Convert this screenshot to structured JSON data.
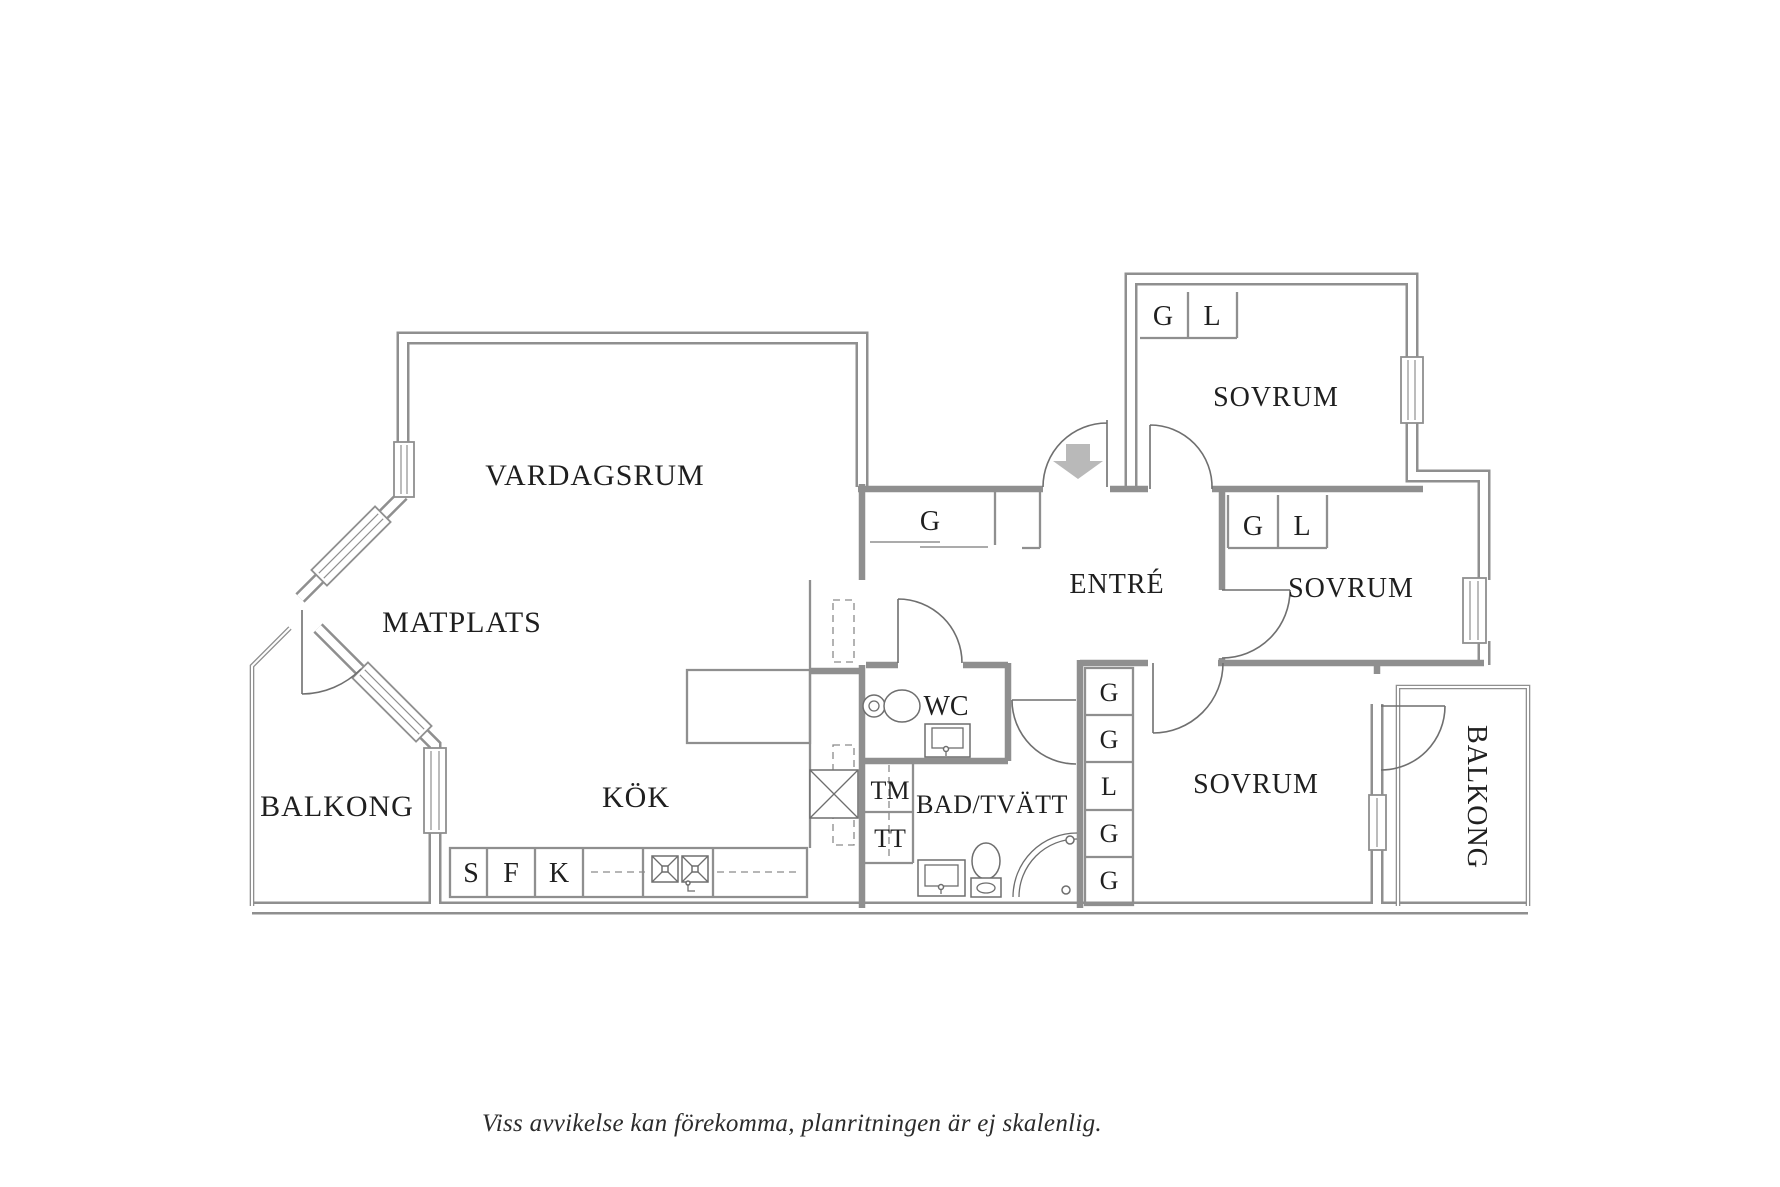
{
  "colors": {
    "wall": "#8f8f8f",
    "text": "#1f1f1f",
    "fixture": "#6e6e6e",
    "entry_arrow": "#b9b9b9",
    "caption": "#2b2b2b",
    "background": "#ffffff"
  },
  "labels": {
    "living_room": "VARDAGSRUM",
    "dining_area": "MATPLATS",
    "kitchen": "KÖK",
    "entry": "ENTRÉ",
    "bedroom": "SOVRUM",
    "bathroom": "BAD/TVÄTT",
    "wc": "WC",
    "balcony": "BALKONG",
    "wardrobe": "G",
    "linen_closet": "L",
    "washing_machine": "TM",
    "tumble_dryer": "TT",
    "cleaning_cabinet": "S",
    "freezer": "F",
    "fridge": "K"
  },
  "footer": {
    "disclaimer": "Viss avvikelse kan förekomma, planritningen är ej skalenlig."
  }
}
